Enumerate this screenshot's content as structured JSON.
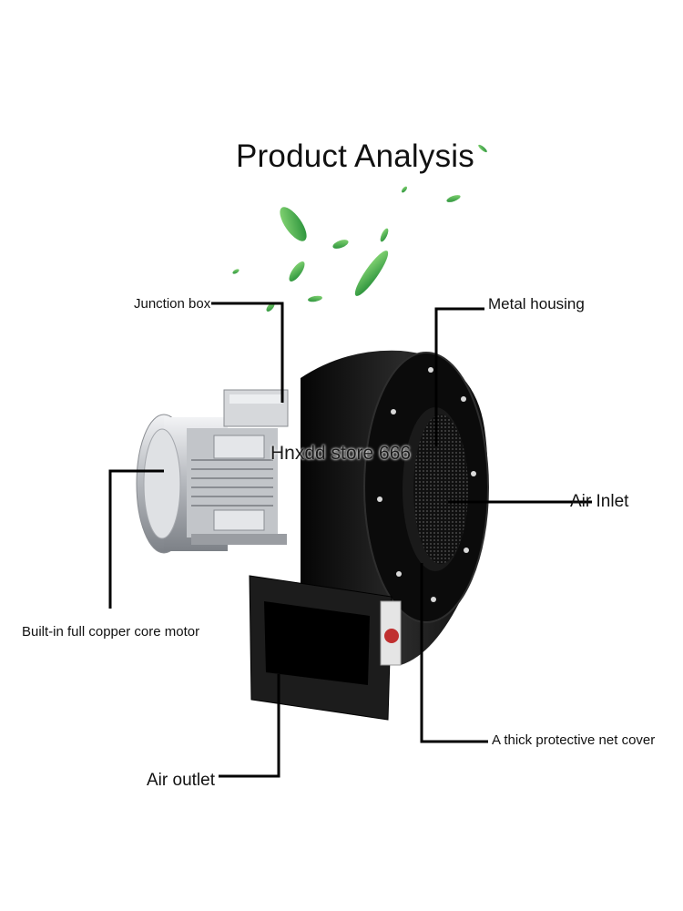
{
  "title": "Product Analysis",
  "watermark": "Hnxdd store 666",
  "callouts": {
    "junction_box": "Junction box",
    "metal_housing": "Metal housing",
    "air_inlet": "Air Inlet",
    "motor": "Built-in full copper core motor",
    "protective_net": "A thick protective net cover",
    "air_outlet": "Air outlet"
  },
  "colors": {
    "housing": "#161616",
    "motor_silver": "#c9ccd0",
    "leaf_green": "#3aa34a",
    "line": "#000000"
  }
}
